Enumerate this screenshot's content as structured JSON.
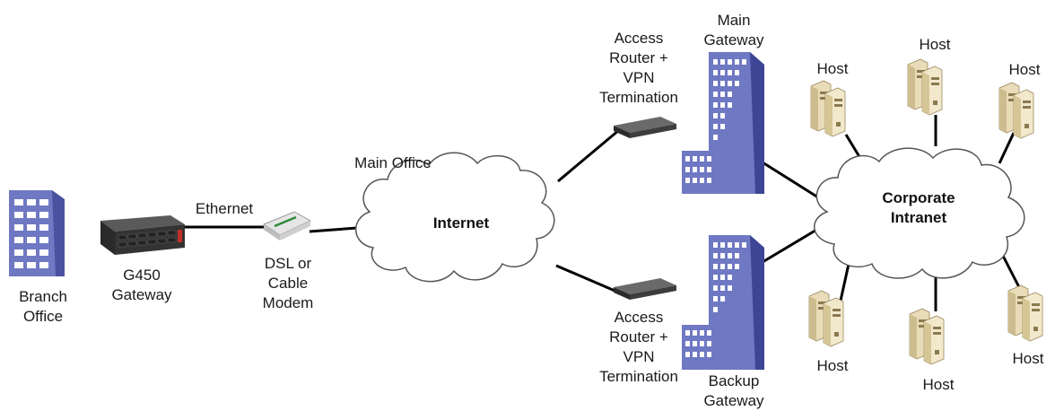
{
  "labels": {
    "branch_office": "Branch\nOffice",
    "g450_gateway": "G450\nGateway",
    "ethernet": "Ethernet",
    "dsl_modem": "DSL or\nCable\nModem",
    "main_office": "Main Office",
    "internet": "Internet",
    "router_top": "Access\nRouter +\nVPN\nTermination",
    "router_bottom": "Access\nRouter +\nVPN\nTermination",
    "main_gateway": "Main\nGateway",
    "backup_gateway": "Backup\nGateway",
    "corporate_intranet": "Corporate\nIntranet",
    "host_top_left": "Host",
    "host_top_mid": "Host",
    "host_top_right": "Host",
    "host_bottom_left": "Host",
    "host_bottom_mid": "Host",
    "host_bottom_right": "Host"
  },
  "colors": {
    "building": "#6f78c2",
    "building_dark": "#3d4595",
    "window": "#ffffff",
    "line": "#000000",
    "cloud_stroke": "#555555",
    "device": "#3a3a3a",
    "host_body": "#ede3c8"
  }
}
